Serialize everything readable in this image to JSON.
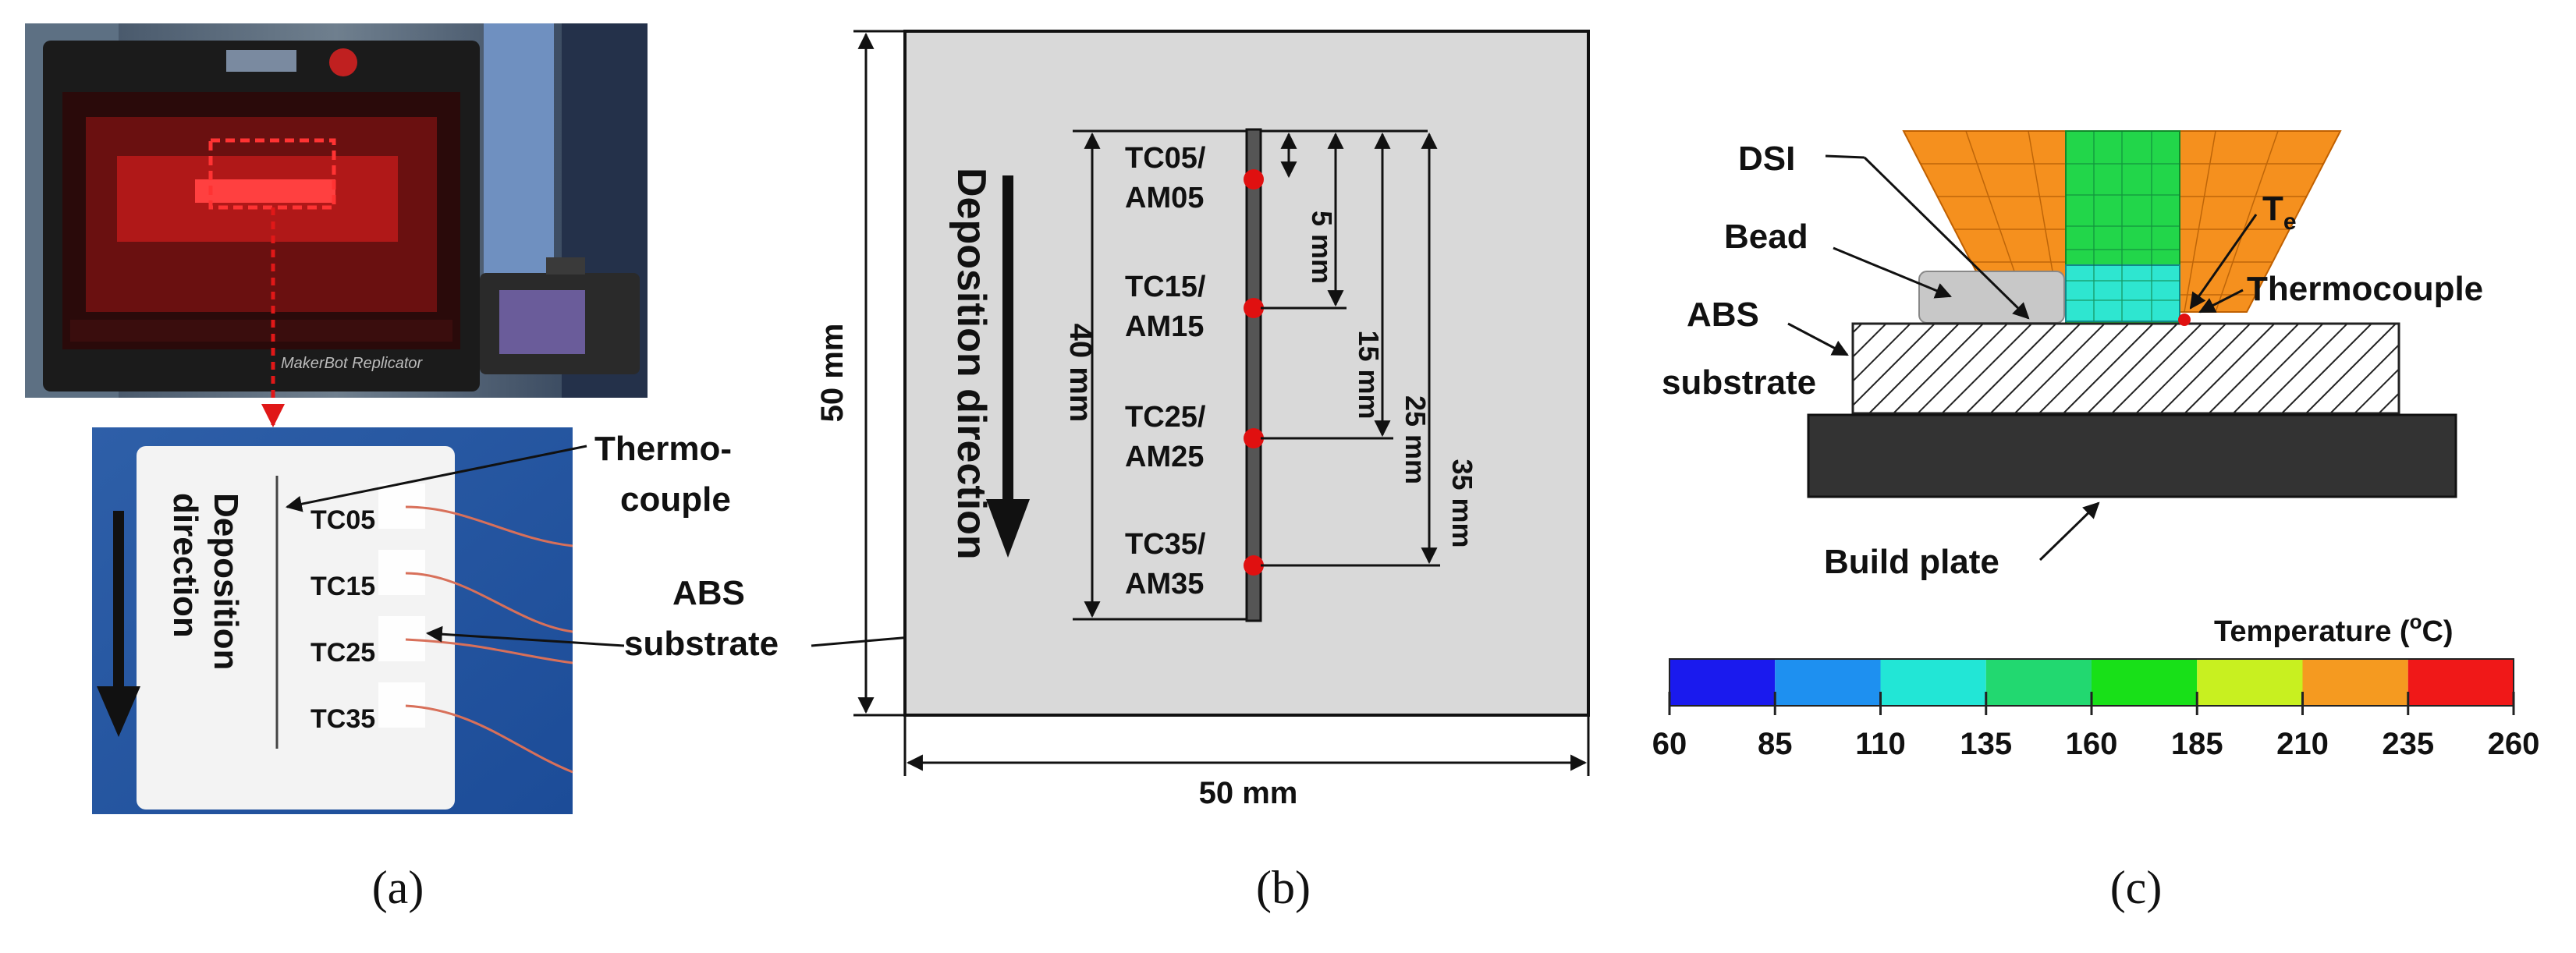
{
  "panel_a": {
    "caption": "(a)",
    "printer_brand": "MakerBot Replicator",
    "callout_thermocouple": [
      "Thermo-",
      "couple"
    ],
    "deposition_text": [
      "Deposition",
      "direction"
    ],
    "callout_substrate": [
      "ABS",
      "substrate"
    ],
    "thermocouple_labels": [
      "TC05",
      "TC15",
      "TC25",
      "TC35"
    ]
  },
  "panel_b": {
    "caption": "(b)",
    "width_label": "50 mm",
    "height_label": "50 mm",
    "deposition_text": "Deposition direction",
    "total_span_label": "40 mm",
    "points": [
      {
        "line1": "TC05/",
        "line2": "AM05",
        "distance": "5 mm"
      },
      {
        "line1": "TC15/",
        "line2": "AM15",
        "distance": "15 mm"
      },
      {
        "line1": "TC25/",
        "line2": "AM25",
        "distance": "25 mm"
      },
      {
        "line1": "TC35/",
        "line2": "AM35",
        "distance": "35 mm"
      }
    ]
  },
  "panel_c": {
    "caption": "(c)",
    "labels": {
      "dsi": "DSI",
      "bead": "Bead",
      "te_main": "T",
      "te_sub": "e",
      "thermocouple": "Thermocouple",
      "substrate_line1": "ABS",
      "substrate_line2": "substrate",
      "build_plate": "Build plate"
    },
    "colorbar": {
      "title_main": "Temperature (",
      "title_sup": "o",
      "title_end": "C)",
      "ticks": [
        "60",
        "85",
        "110",
        "135",
        "160",
        "185",
        "210",
        "235",
        "260"
      ],
      "colors": [
        "#1a1aee",
        "#1e90f0",
        "#22e6d6",
        "#22d870",
        "#18e018",
        "#c8f020",
        "#f59a20",
        "#f01818"
      ]
    }
  },
  "colors": {
    "substrate_gray": "#d9d9d9",
    "thermocouple_dot": "#e01010",
    "nozzle_orange": "#f5901e",
    "filament_cyan": "#2ee6d0",
    "filament_green": "#22d64a",
    "build_plate": "#333333"
  }
}
